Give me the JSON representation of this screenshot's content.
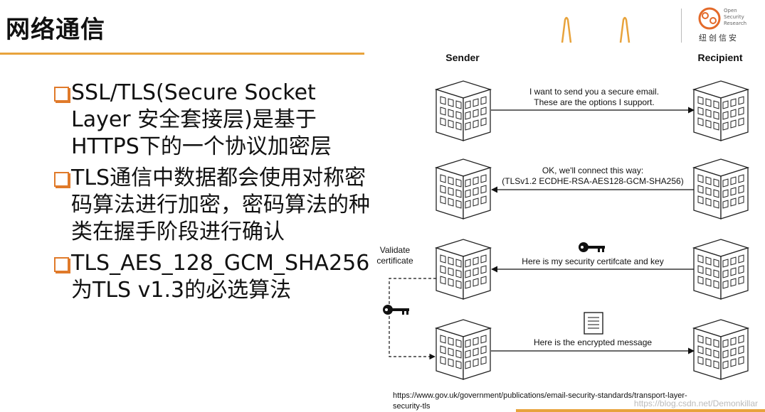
{
  "header": {
    "title": "网络通信",
    "logo_text": [
      "Open",
      "Security",
      "Research"
    ],
    "logo_cn": "纽创信安"
  },
  "bullets": [
    "SSL/TLS(Secure Socket Layer 安全套接层)是基于HTTPS下的一个协议加密层",
    "TLS通信中数据都会使用对称密码算法进行加密，密码算法的种类在握手阶段进行确认",
    "TLS_AES_128_GCM_SHA256为TLS v1.3的必选算法"
  ],
  "diagram": {
    "sender_label": "Sender",
    "recipient_label": "Recipient",
    "step1": [
      "I want to send you a secure email.",
      "These are the options I support."
    ],
    "step2": [
      "OK, we'll connect this way:",
      "(TLSv1.2 ECDHE-RSA-AES128-GCM-SHA256)"
    ],
    "step3": "Here is my security certifcate and key",
    "step4": "Here is the encrypted message",
    "validate": [
      "Validate",
      "certificate"
    ],
    "source_url": [
      "https://www.gov.uk/government/publications/email-security-standards/transport-layer-",
      "security-tls"
    ],
    "watermark": "https://blog.csdn.net/Demonkillar"
  }
}
